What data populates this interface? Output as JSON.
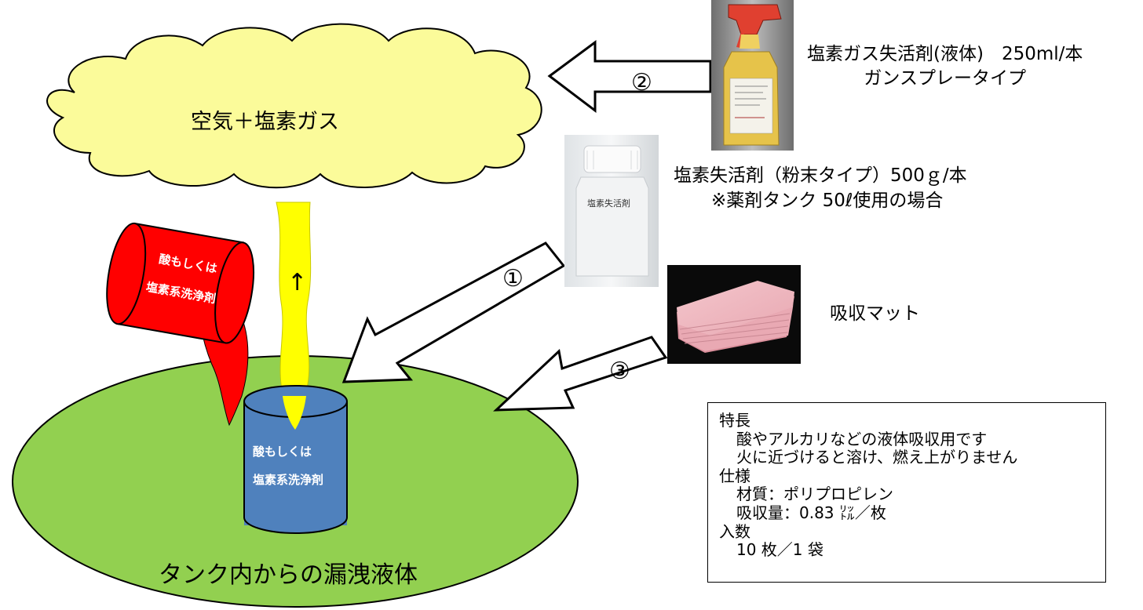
{
  "cloud": {
    "label": "空気＋塩素ガス"
  },
  "spill": {
    "label": "タンク内からの漏洩液体"
  },
  "red_container": {
    "line1": "酸もしくは",
    "line2": "塩素系洗浄剤"
  },
  "blue_container": {
    "line1": "酸もしくは",
    "line2": "塩素系洗浄剤"
  },
  "gas_arrow": "↑",
  "steps": {
    "one": "①",
    "two": "②",
    "three": "③"
  },
  "products": {
    "spray": {
      "line1": "塩素ガス失活剤(液体)　250ml/本",
      "line2": "ガンスプレータイプ"
    },
    "powder": {
      "line1": "塩素失活剤（粉末タイプ）500ｇ/本",
      "line2": "※薬剤タンク 50ℓ使用の場合",
      "bottle_label": "塩素失活剤"
    },
    "mat": {
      "label": "吸収マット"
    }
  },
  "spec_box": {
    "h1": "特長",
    "f1": "酸やアルカリなどの液体吸収用です",
    "f2": "火に近づけると溶け、燃え上がりません",
    "h2": "仕様",
    "s1": "材質：ポリプロピレン",
    "s2": "吸収量：0.83 ㍑／枚",
    "h3": "入数",
    "c1": "10 枚／1 袋"
  },
  "colors": {
    "cloud_fill": "#fbfb9a",
    "spill_fill": "#92d050",
    "gas_yellow": "#ffff00",
    "red_container": "#ff0000",
    "blue_container": "#4f81bd"
  }
}
